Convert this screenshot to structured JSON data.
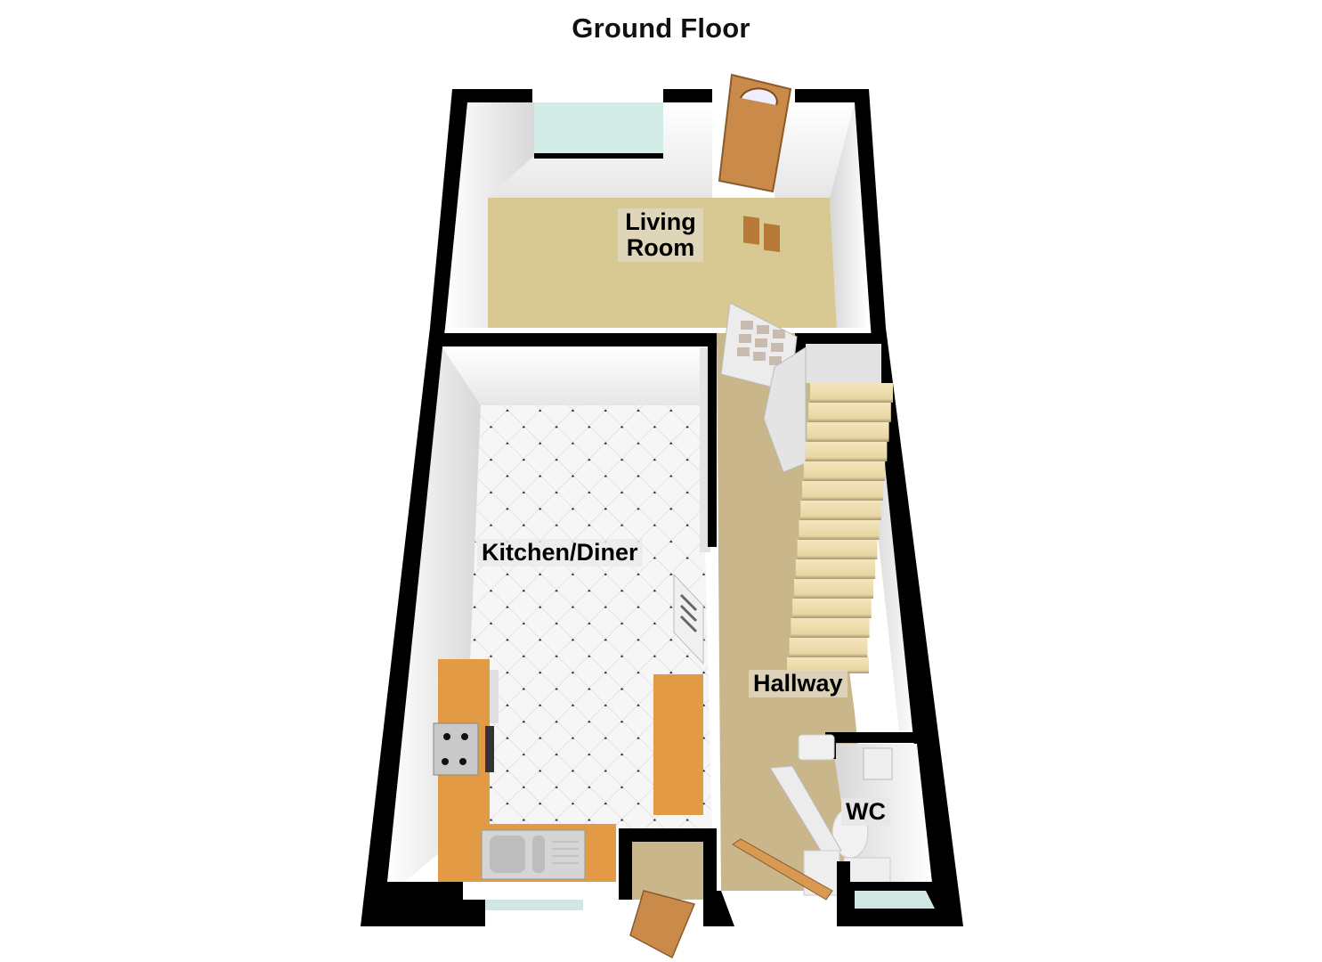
{
  "title": "Ground Floor",
  "rooms": [
    {
      "id": "living-room",
      "label_line1": "Living",
      "label_line2": "Room"
    },
    {
      "id": "kitchen-diner",
      "label": "Kitchen/Diner"
    },
    {
      "id": "hallway",
      "label": "Hallway"
    },
    {
      "id": "wc",
      "label": "WC"
    }
  ],
  "colors": {
    "wall": "#000000",
    "inner_wall": "#f2f2f2",
    "carpet": "#d9c995",
    "hall_carpet": "#c9b68a",
    "tile": "#f4f4f4",
    "worktop": "#e39a45",
    "door_wood": "#c98a4a",
    "stairs": "#ecdcaa",
    "glass": "#cfe6e2"
  }
}
